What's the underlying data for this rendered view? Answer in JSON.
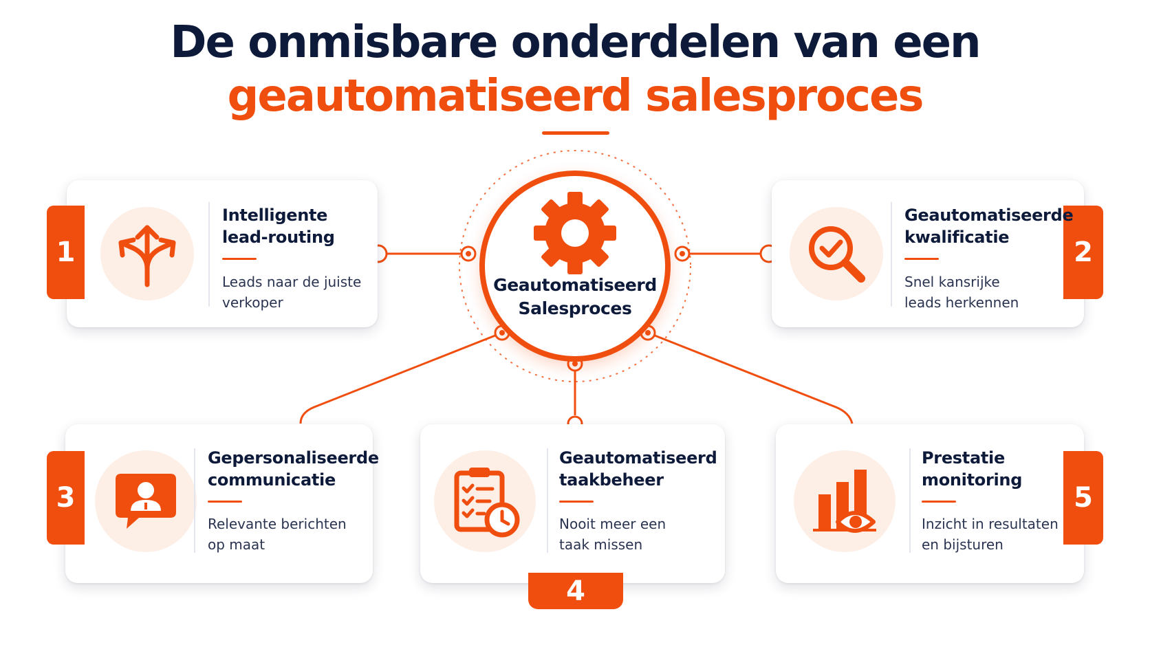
{
  "title": {
    "line1": "De onmisbare onderdelen van een",
    "line2": "geautomatiseerd salesproces"
  },
  "hub": {
    "label": "Geautomatiseerd\nSalesproces",
    "icon": "gear-icon"
  },
  "cards": [
    {
      "number": "1",
      "title": "Intelligente\nlead-routing",
      "description": "Leads naar de juiste\nverkoper",
      "icon": "split-arrows-icon"
    },
    {
      "number": "2",
      "title": "Geautomatiseerde\nkwalificatie",
      "description": "Snel kansrijke\nleads herkennen",
      "icon": "magnifier-check-icon"
    },
    {
      "number": "3",
      "title": "Gepersonaliseerde\ncommunicatie",
      "description": "Relevante berichten\nop maat",
      "icon": "chat-user-icon"
    },
    {
      "number": "4",
      "title": "Geautomatiseerd\ntaakbeheer",
      "description": "Nooit meer een\ntaak missen",
      "icon": "clipboard-clock-icon"
    },
    {
      "number": "5",
      "title": "Prestatie\nmonitoring",
      "description": "Inzicht in resultaten\nen bijsturen",
      "icon": "bar-chart-eye-icon"
    }
  ],
  "colors": {
    "accent": "#f04e0f",
    "navy": "#0e1a3a",
    "icon_bg": "#fdeee6"
  }
}
